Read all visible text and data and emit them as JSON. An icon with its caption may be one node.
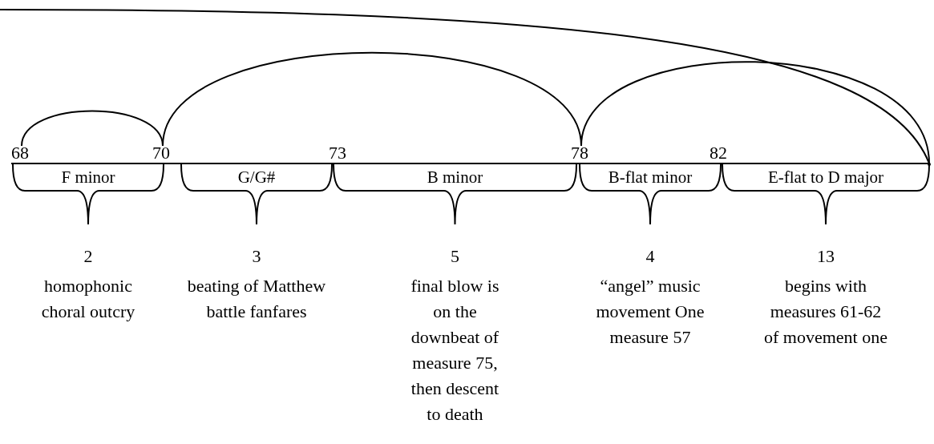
{
  "diagram": {
    "nodes": [
      {
        "text": [
          "68"
        ]
      },
      {
        "text": [
          "70"
        ]
      },
      {
        "text": [
          "73"
        ]
      },
      {
        "text": [
          "78"
        ]
      },
      {
        "text": [
          "82"
        ]
      },
      {
        "text": [],
        "shape": "dot"
      },
      {
        "text": [
          "F minor"
        ],
        "beside": [
          "2",
          "homophonic choral outcry"
        ]
      },
      {
        "text": [
          "G/G#"
        ],
        "beside": [
          "3",
          "beating of Matthew battle fanfares"
        ]
      },
      {
        "text": [
          "B minor"
        ],
        "beside": [
          "5",
          "final blow is on the downbeat of measure 75, then descent to death"
        ]
      },
      {
        "text": [
          "B-flat minor"
        ],
        "beside": [
          "4",
          "“angel” music movement One measure 57"
        ]
      },
      {
        "text": [
          "E-flat to D major"
        ],
        "beside": [
          "13",
          "begins with measures 61-62 of movement one"
        ]
      }
    ],
    "edges": [
      {
        "from": 0,
        "to": 1,
        "arrow": "none"
      },
      {
        "from": 1,
        "to": 3,
        "arrow": "none"
      },
      {
        "from": 3,
        "to": 5,
        "arrow": "none"
      },
      {
        "from": null,
        "to": 5,
        "arrow": "none"
      },
      {
        "from": 0,
        "to": 5,
        "arrow": "none"
      }
    ]
  }
}
